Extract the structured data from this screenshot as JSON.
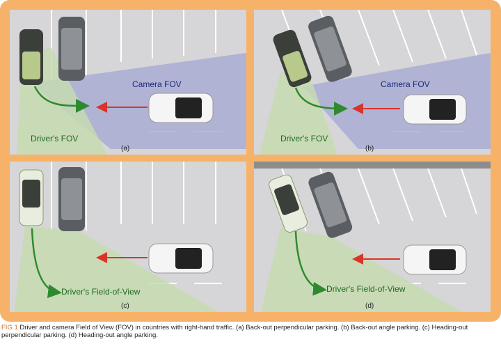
{
  "panels": [
    {
      "id": "a",
      "label": "(a)",
      "camera_fov": "Camera FOV",
      "driver_fov": "Driver's FOV"
    },
    {
      "id": "b",
      "label": "(b)",
      "camera_fov": "Camera FOV",
      "driver_fov": "Driver's FOV"
    },
    {
      "id": "c",
      "label": "(c)",
      "driver_fov": "Driver's Field-of-View"
    },
    {
      "id": "d",
      "label": "(d)",
      "driver_fov": "Driver's Field-of-View"
    }
  ],
  "caption": {
    "fig": "FIG 1",
    "text": " Driver and camera Field of View (FOV) in countries with right-hand traffic. (a) Back-out perpendicular parking. (b) Back-out angle parking. (c) Heading-out perpendicular parking. (d) Heading-out angle parking."
  },
  "colors": {
    "frame": "#f7b26a",
    "road": "#d6d6d8",
    "camera_fov": "#a9add3",
    "driver_fov": "#c7dbb1",
    "path_arrow": "#2f8a2f",
    "traffic_arrow": "#d8342a"
  }
}
